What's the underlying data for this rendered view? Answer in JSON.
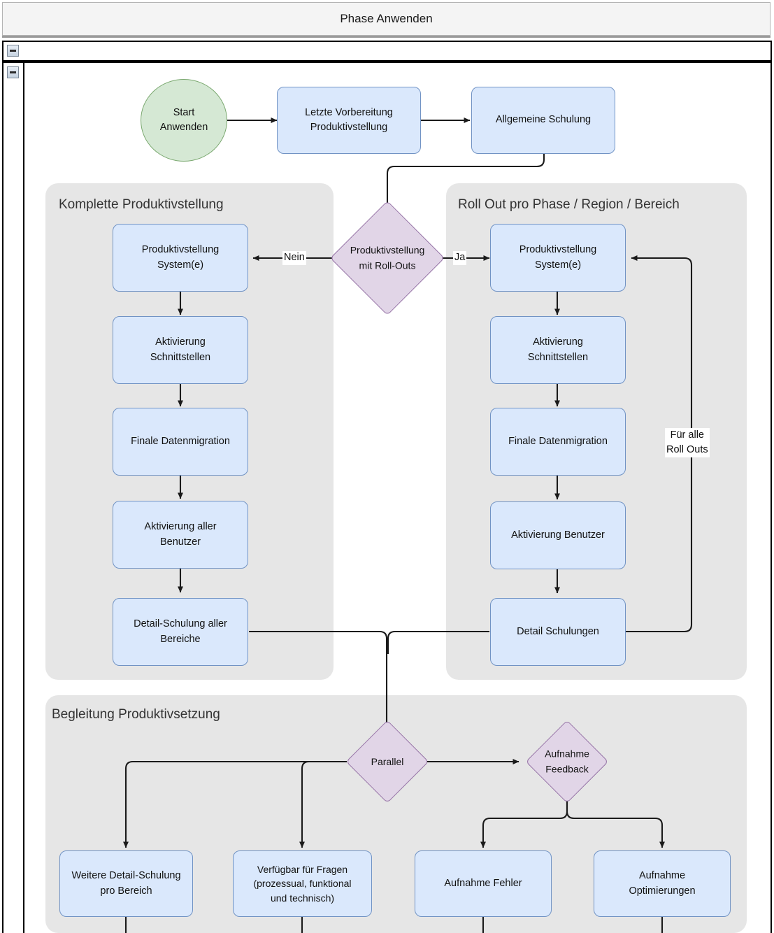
{
  "window": {
    "title": "Phase Anwenden",
    "collapse_icon_1": "collapse-minus-icon",
    "collapse_icon_2": "collapse-minus-icon"
  },
  "colors": {
    "process_fill": "#dae8fc",
    "process_stroke": "#7193c4",
    "start_fill": "#d5e8d4",
    "start_stroke": "#7aa86f",
    "decision_fill": "#e1d5e7",
    "decision_stroke": "#9673a6",
    "group_fill": "#e6e6e6",
    "edge_stroke": "#1a1a1a",
    "titlebar_fill": "#f4f4f4"
  },
  "groups": [
    {
      "id": "komplette",
      "title": "Komplette Produktivstellung"
    },
    {
      "id": "rollout",
      "title": "Roll Out pro Phase / Region / Bereich"
    },
    {
      "id": "begleitung",
      "title": "Begleitung Produktivsetzung"
    }
  ],
  "nodes": {
    "start": {
      "type": "start",
      "line1": "Start",
      "line2": "Anwenden"
    },
    "letzte_vorb": {
      "type": "process",
      "line1": "Letzte Vorbereitung",
      "line2": "Produktivstellung"
    },
    "allg_schulung": {
      "type": "process",
      "line1": "Allgemeine Schulung",
      "line2": ""
    },
    "decision_rollout": {
      "type": "decision",
      "line1": "Produktivstellung",
      "line2": "mit Roll-Outs"
    },
    "k_prod_system": {
      "type": "process",
      "line1": "Produktivstellung",
      "line2": "System(e)"
    },
    "k_aktiv_schnitt": {
      "type": "process",
      "line1": "Aktivierung",
      "line2": "Schnittstellen"
    },
    "k_finale_daten": {
      "type": "process",
      "line1": "Finale Datenmigration",
      "line2": ""
    },
    "k_aktiv_benutzer": {
      "type": "process",
      "line1": "Aktivierung aller",
      "line2": "Benutzer"
    },
    "k_detail_schul": {
      "type": "process",
      "line1": "Detail-Schulung aller",
      "line2": "Bereiche"
    },
    "r_prod_system": {
      "type": "process",
      "line1": "Produktivstellung",
      "line2": "System(e)"
    },
    "r_aktiv_schnitt": {
      "type": "process",
      "line1": "Aktivierung",
      "line2": "Schnittstellen"
    },
    "r_finale_daten": {
      "type": "process",
      "line1": "Finale Datenmigration",
      "line2": ""
    },
    "r_aktiv_benutzer": {
      "type": "process",
      "line1": "Aktivierung Benutzer",
      "line2": ""
    },
    "r_detail_schul": {
      "type": "process",
      "line1": "Detail Schulungen",
      "line2": ""
    },
    "parallel": {
      "type": "decision",
      "line1": "Parallel",
      "line2": ""
    },
    "aufnahme_feedback": {
      "type": "decision",
      "line1": "Aufnahme",
      "line2": "Feedback"
    },
    "weitere_detail": {
      "type": "process",
      "line1": "Weitere Detail-Schulung",
      "line2": "pro Bereich",
      "line3": ""
    },
    "verfuegbar": {
      "type": "process",
      "line1": "Verfügbar für Fragen",
      "line2": "(prozessual, funktional",
      "line3": "und technisch)"
    },
    "aufnahme_fehler": {
      "type": "process",
      "line1": "Aufnahme Fehler",
      "line2": ""
    },
    "aufnahme_optim": {
      "type": "process",
      "line1": "Aufnahme",
      "line2": "Optimierungen"
    }
  },
  "edge_labels": {
    "nein": "Nein",
    "ja": "Ja",
    "fuer_alle_l1": "Für alle",
    "fuer_alle_l2": "Roll Outs"
  }
}
